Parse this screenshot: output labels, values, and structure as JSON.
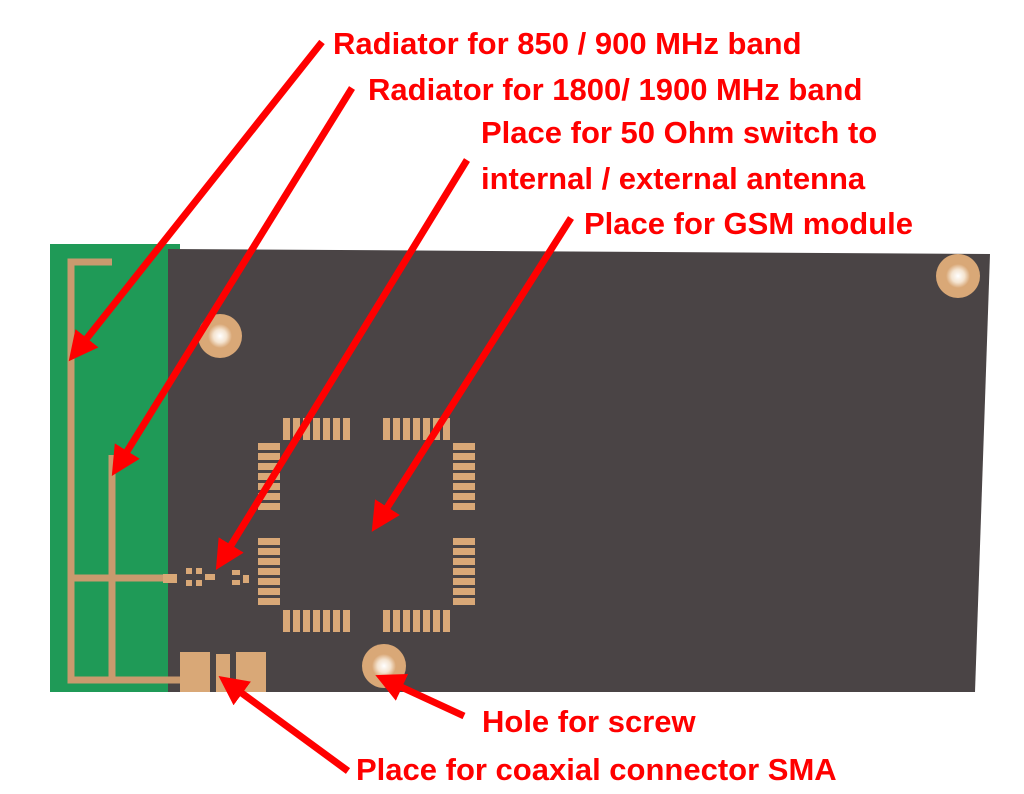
{
  "labels": {
    "radiator_850_900": "Radiator for 850 / 900 MHz band",
    "radiator_1800_1900": "Radiator for 1800/ 1900 MHz band",
    "switch_line1": "Place for 50 Ohm switch to",
    "switch_line2": "internal / external antenna",
    "gsm_module": "Place for GSM module",
    "hole_screw": "Hole for screw",
    "coax_sma": "Place for coaxial connector SMA"
  },
  "colors": {
    "annotation": "#ff0000",
    "pcb_board": "#4a4445",
    "antenna_substrate": "#1f9a57",
    "copper_pad": "#d9a877",
    "copper_trace": "#c99a6e",
    "background": "#ffffff"
  }
}
